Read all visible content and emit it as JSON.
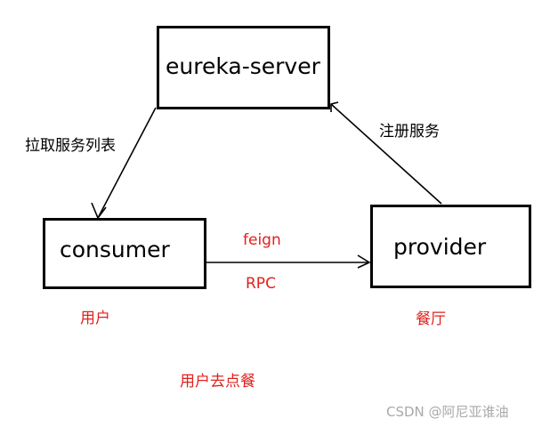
{
  "nodes": {
    "server": "eureka-server",
    "consumer": "consumer",
    "provider": "provider"
  },
  "edges": {
    "fetch_list": "拉取服务列表",
    "register": "注册服务",
    "feign": "feign",
    "rpc": "RPC"
  },
  "annotations": {
    "user": "用户",
    "restaurant": "餐厅",
    "user_orders": "用户去点餐"
  },
  "watermark": "CSDN @阿尼亚谁油",
  "colors": {
    "stroke": "#000000",
    "annotation": "#e0211c",
    "watermark": "#a9a9a9"
  }
}
